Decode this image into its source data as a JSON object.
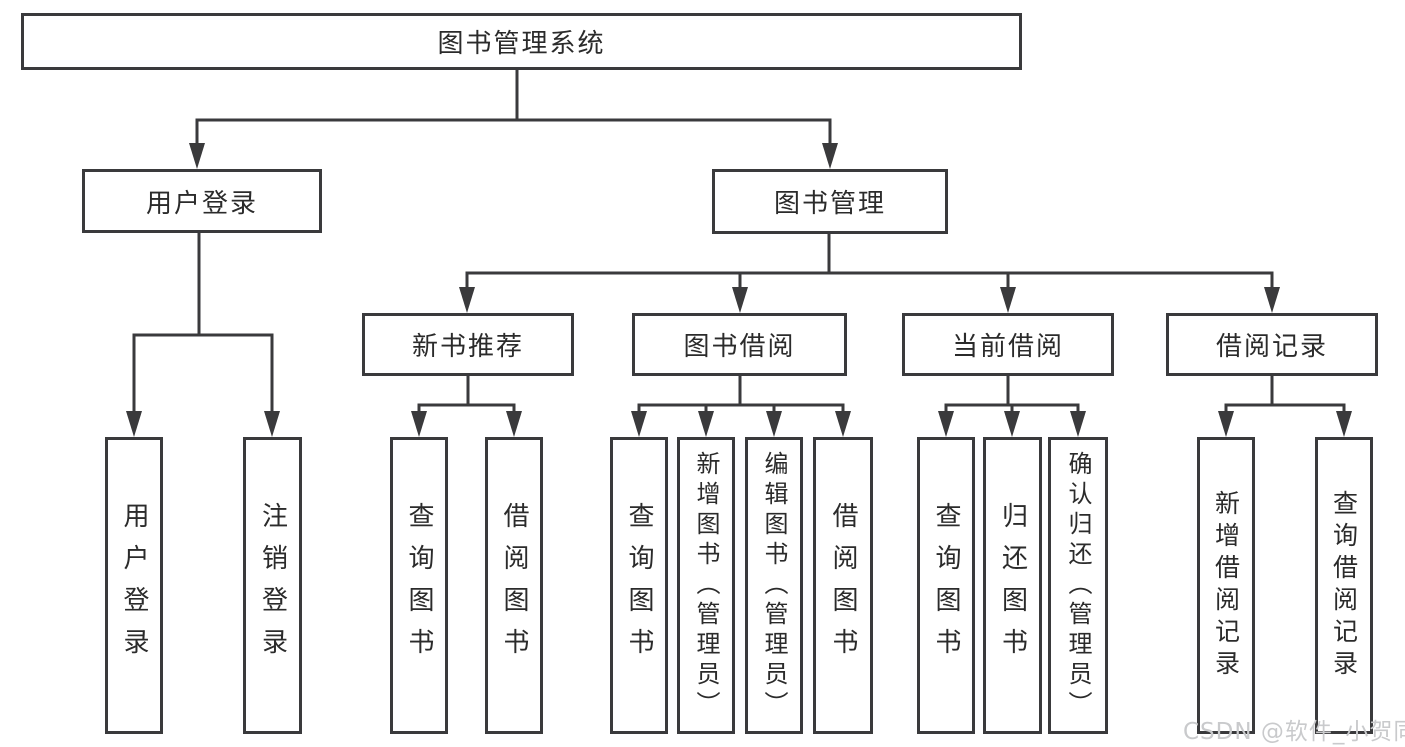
{
  "canvas": {
    "background": "#ffffff",
    "line": "#3a3a3c",
    "text": "#2b2b2b",
    "watermark_color": "#c9cacc"
  },
  "tree": {
    "root": {
      "label": "图书管理系统",
      "children": [
        {
          "label": "用户登录",
          "children": [
            {
              "label": "用户登录"
            },
            {
              "label": "注销登录"
            }
          ]
        },
        {
          "label": "图书管理",
          "children": [
            {
              "label": "新书推荐",
              "children": [
                {
                  "label": "查询图书"
                },
                {
                  "label": "借阅图书"
                }
              ]
            },
            {
              "label": "图书借阅",
              "children": [
                {
                  "label": "查询图书"
                },
                {
                  "label": "新增图书（管理员）"
                },
                {
                  "label": "编辑图书（管理员）"
                },
                {
                  "label": "借阅图书"
                }
              ]
            },
            {
              "label": "当前借阅",
              "children": [
                {
                  "label": "查询图书"
                },
                {
                  "label": "归还图书"
                },
                {
                  "label": "确认归还（管理员）"
                }
              ]
            },
            {
              "label": "借阅记录",
              "children": [
                {
                  "label": "新增借阅记录"
                },
                {
                  "label": "查询借阅记录"
                }
              ]
            }
          ]
        }
      ]
    }
  },
  "watermark": {
    "text": "CSDN @软件_小贺同学"
  }
}
